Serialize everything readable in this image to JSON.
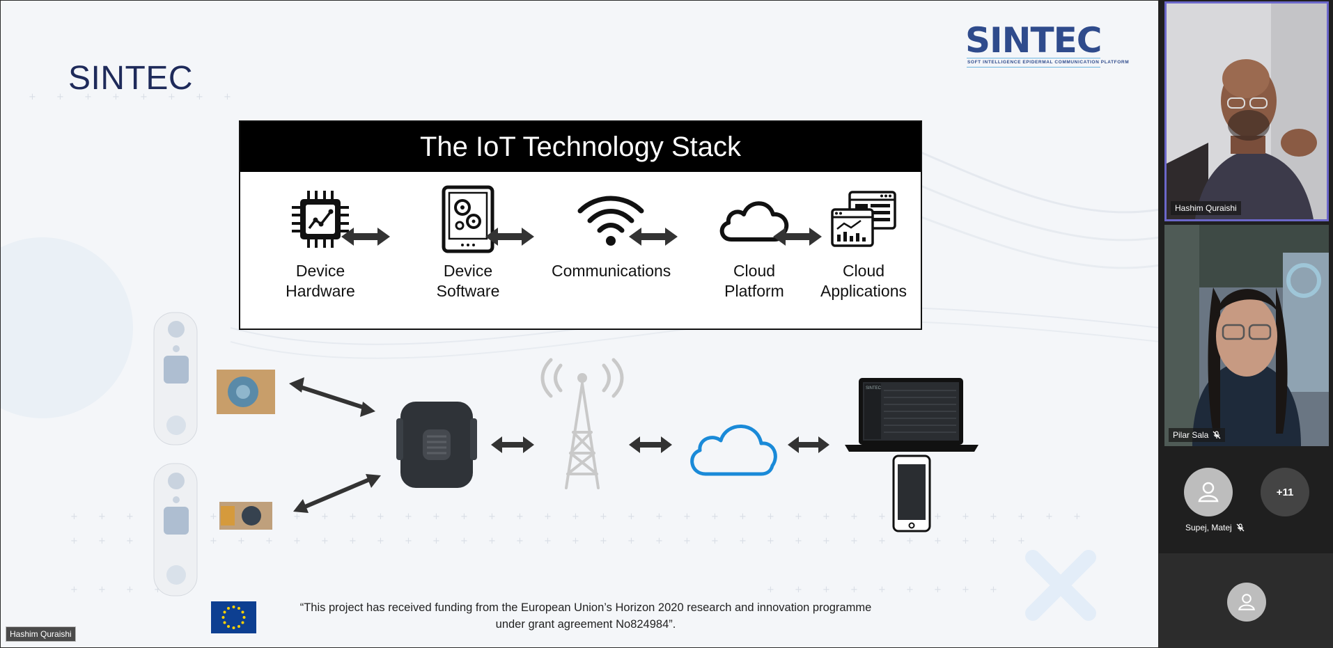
{
  "slide": {
    "title": "SINTEC",
    "logo": {
      "word": "SINTEC",
      "tagline": "SOFT INTELLIGENCE EPIDERMAL COMMUNICATION PLATFORM"
    },
    "stack": {
      "heading": "The IoT Technology Stack",
      "items": [
        {
          "line1": "Device",
          "line2": "Hardware",
          "icon": "chip-icon"
        },
        {
          "line1": "Device",
          "line2": "Software",
          "icon": "tablet-gears-icon"
        },
        {
          "line1": "Communications",
          "line2": "",
          "icon": "wifi-icon"
        },
        {
          "line1": "Cloud",
          "line2": "Platform",
          "icon": "cloud-icon"
        },
        {
          "line1": "Cloud",
          "line2": "Applications",
          "icon": "dashboard-icon"
        }
      ]
    },
    "funding_line1": "“This project has received funding from the European Union’s Horizon 2020 research and innovation programme",
    "funding_line2": "under grant agreement No824984”.",
    "laptop_label": "SINTEC"
  },
  "self_view_name": "Hashim Quraishi",
  "participants": [
    {
      "name": "Hashim Quraishi",
      "muted": false,
      "active_speaker": true
    },
    {
      "name": "Pilar Sala",
      "muted": true,
      "active_speaker": false
    },
    {
      "name": "Supej, Matej",
      "muted": true,
      "active_speaker": false
    }
  ],
  "overflow_count": "+11",
  "colors": {
    "active_speaker_border": "#6b67c9",
    "title_navy": "#1e2a5a",
    "cloud_blue": "#1a8ad8",
    "eu_blue": "#0d3f91",
    "eu_star": "#ffd200"
  }
}
